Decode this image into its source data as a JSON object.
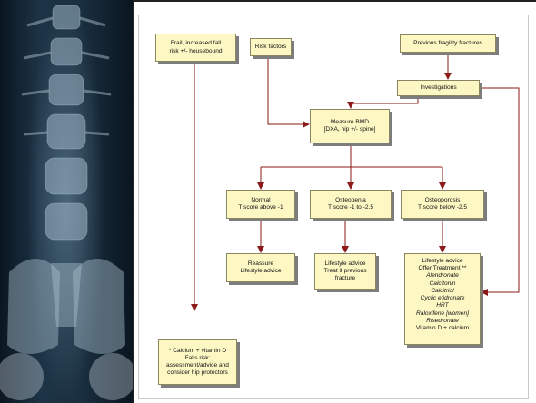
{
  "image_panel": {
    "subject": "spine-xray"
  },
  "colors": {
    "arrow": "#8b1a1a",
    "box_fill": "#fdf7c4",
    "box_border": "#8a8660",
    "shadow": "#7d7d7d"
  },
  "nodes": {
    "frail": {
      "lines": [
        "Frail, increased fall",
        "risk +/- housebound"
      ]
    },
    "risk": {
      "lines": [
        "Risk factors"
      ]
    },
    "prev": {
      "lines": [
        "Previous fragility fractures"
      ]
    },
    "invest": {
      "lines": [
        "Investigations"
      ]
    },
    "bmd": {
      "lines": [
        "Measure BMD",
        "[DXA, hip +/- spine]"
      ]
    },
    "normal": {
      "lines": [
        "Normal",
        "T score above -1"
      ]
    },
    "osteopenia": {
      "lines": [
        "Osteopenia",
        "T score -1 to -2.5"
      ]
    },
    "osteoporosis": {
      "lines": [
        "Osteoporosis",
        "T score below -2.5"
      ]
    },
    "reassure": {
      "lines": [
        "Reassure",
        "Lifestyle advice"
      ]
    },
    "lifestyle": {
      "lines": [
        "Lifestyle advice",
        "Treat if previous",
        "fracture"
      ]
    },
    "treat": {
      "header": [
        "Lifestyle advice",
        "Offer Treatment **"
      ],
      "drugs": [
        "Alendronate",
        "Calcitonin",
        "Calcitriol",
        "Cyclic etidronate",
        "HRT",
        "Raloxifene [women]",
        "Risedronate"
      ],
      "footer": [
        "Vitamin D + calcium"
      ]
    },
    "calcium": {
      "lines": [
        "* Calcium + vitamin D",
        "Falls risk:",
        "assessment/advice and",
        "consider hip protectors"
      ]
    }
  }
}
